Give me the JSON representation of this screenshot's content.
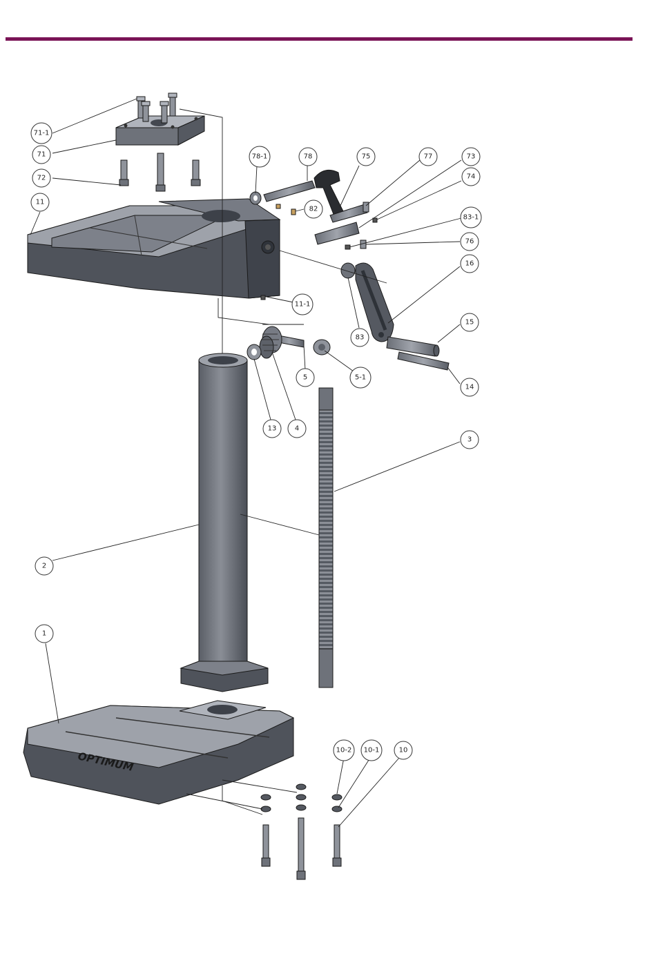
{
  "colors": {
    "rule": "#7a1456",
    "metal_dark": "#4a4e57",
    "metal_mid": "#6b6f78",
    "metal_light": "#8c9099",
    "metal_top": "#a5a9b1"
  },
  "base": {
    "brand": "OPTIMUM"
  },
  "callouts": [
    {
      "id": "71-1",
      "label": "71-1"
    },
    {
      "id": "71",
      "label": "71"
    },
    {
      "id": "72",
      "label": "72"
    },
    {
      "id": "11",
      "label": "11"
    },
    {
      "id": "78-1",
      "label": "78-1"
    },
    {
      "id": "78",
      "label": "78"
    },
    {
      "id": "75",
      "label": "75"
    },
    {
      "id": "77",
      "label": "77"
    },
    {
      "id": "73",
      "label": "73"
    },
    {
      "id": "74",
      "label": "74"
    },
    {
      "id": "82",
      "label": "82"
    },
    {
      "id": "83-1",
      "label": "83-1"
    },
    {
      "id": "76",
      "label": "76"
    },
    {
      "id": "16",
      "label": "16"
    },
    {
      "id": "11-1",
      "label": "11-1"
    },
    {
      "id": "83",
      "label": "83"
    },
    {
      "id": "15",
      "label": "15"
    },
    {
      "id": "5",
      "label": "5"
    },
    {
      "id": "5-1",
      "label": "5-1"
    },
    {
      "id": "14",
      "label": "14"
    },
    {
      "id": "13",
      "label": "13"
    },
    {
      "id": "4",
      "label": "4"
    },
    {
      "id": "3",
      "label": "3"
    },
    {
      "id": "2",
      "label": "2"
    },
    {
      "id": "1",
      "label": "1"
    },
    {
      "id": "10-2",
      "label": "10-2"
    },
    {
      "id": "10-1",
      "label": "10-1"
    },
    {
      "id": "10",
      "label": "10"
    }
  ]
}
